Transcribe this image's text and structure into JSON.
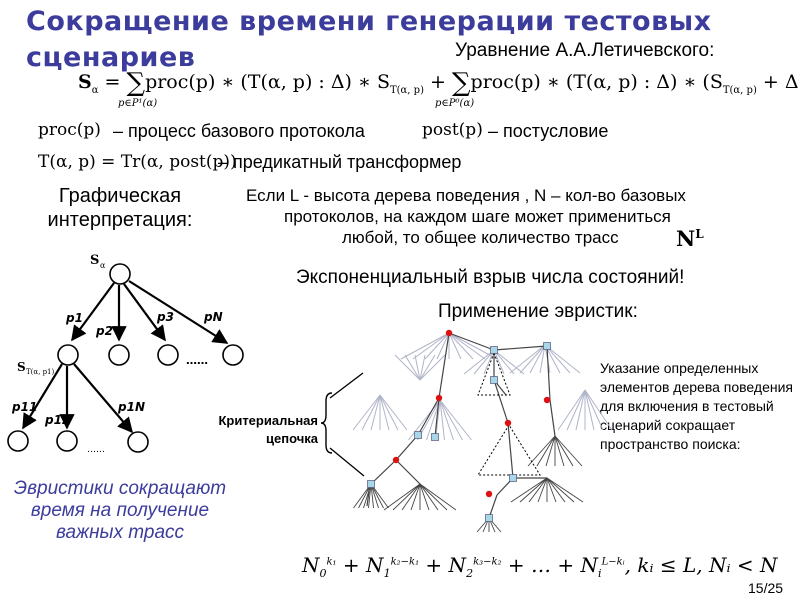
{
  "title": "Сокращение времени генерации тестовых сценариев",
  "equation_label": "Уравнение А.А.Летичевского:",
  "formula": {
    "lhs": "S",
    "lhs_sub": "α",
    "eq": " = ",
    "sum1": "∑",
    "term1": "proc(p) ∗ (T(α, p) : Δ) ∗ S",
    "term1_sub": "T(α, p)",
    "plus": " + ",
    "sum2": "∑",
    "term2": "proc(p) ∗ (T(α, p) : Δ) ∗ (S",
    "term2_sub": "T(α, p)",
    "term2_end": " + Δ)",
    "idx1": "p∈P¹(α)",
    "idx2": "p∈P⁰(α)"
  },
  "defs": {
    "proc_code": "proc(p)",
    "proc_desc": "– процесс базового протокола",
    "post_code": "post(p)",
    "post_desc": "– постусловие",
    "pt_code": "T(α, p) = Tr(α, post(p))",
    "pt_desc": "– предикатный трансформер"
  },
  "graphic_label": "Графическая интерпретация:",
  "paragraph": {
    "line1": "Если L - высота дерева поведения , N – кол-во базовых",
    "line2": "протоколов, на каждом шаге может примениться",
    "line3": "любой, то общее количество трасс"
  },
  "nl_base": "N",
  "nl_exp": "L",
  "explosion": "Экспоненциальный взрыв числа состояний!",
  "heuristics_title": "Применение эвристик:",
  "heuristic_note": "Эвристики сокращают время на получение важных трасс",
  "indication": "Указание определенных элементов дерева поведения для включения в тестовый сценарий сокращает пространство поиска:",
  "critical_chain": "Критериальная цепочка",
  "tree": {
    "root": "S",
    "root_sub": "α",
    "p1": "p1",
    "p2": "p2",
    "p3": "p3",
    "pN": "pN",
    "dots1": "……",
    "node2": "S",
    "node2_sub": "T(α, p1)",
    "p11": "p11",
    "p12": "p12",
    "p1N": "p1N",
    "dots2": "……"
  },
  "bottom_formula": {
    "t1": "N",
    "t1_sub": "0",
    "t1_sup": "k₁",
    "t2": " + N",
    "t2_sub": "1",
    "t2_sup": "k₂−k₁",
    "t3": " + N",
    "t3_sub": "2",
    "t3_sup": "k₃−k₂",
    "t4": " + … + N",
    "t4_sub": "i",
    "t4_sup": "L−kᵢ",
    "cond": ", kᵢ ≤ L, Nᵢ < N"
  },
  "page_number": "15/25",
  "colors": {
    "title": "#3c3c9c",
    "note": "#3c3c9c",
    "red_node": "#dd1111",
    "teal_square": "#a8d8e8",
    "branch_dark": "#444444",
    "branch_light": "#b0b4c8"
  }
}
